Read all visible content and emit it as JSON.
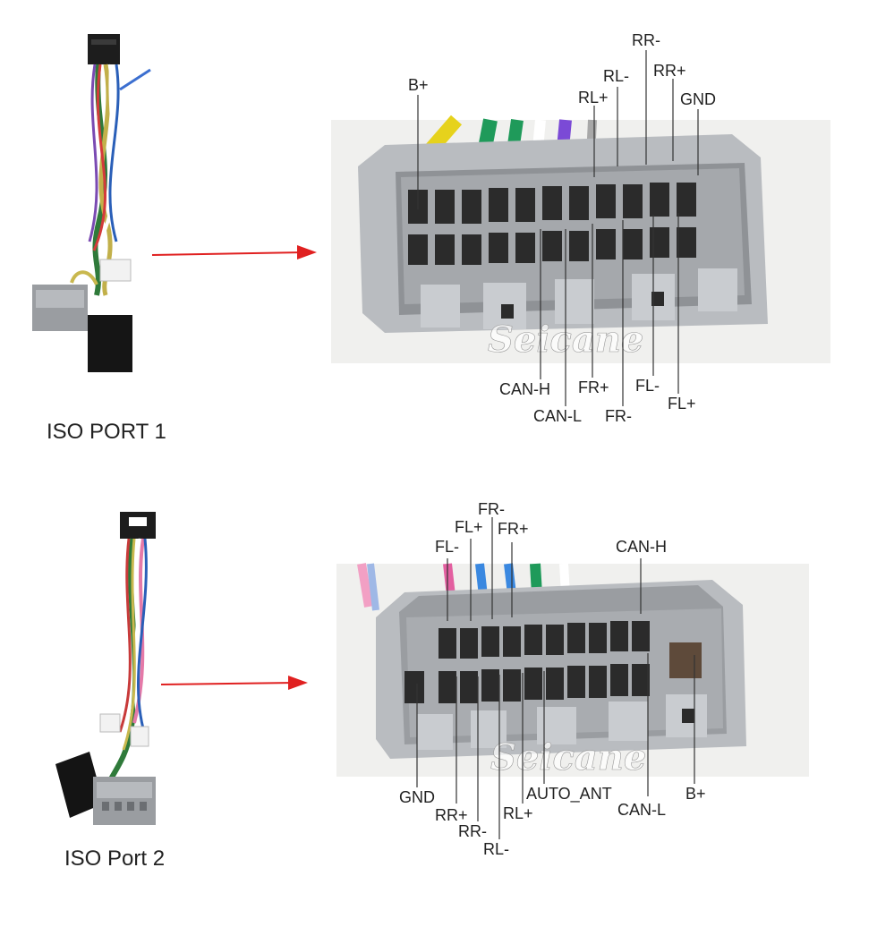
{
  "ports": [
    {
      "title": "ISO PORT 1",
      "watermark": "Seicane",
      "pins_top": [
        {
          "label": "B+"
        },
        {
          "label": "RL+"
        },
        {
          "label": "RL-"
        },
        {
          "label": "RR-"
        },
        {
          "label": "RR+"
        },
        {
          "label": "GND"
        }
      ],
      "pins_bottom": [
        {
          "label": "CAN-H"
        },
        {
          "label": "CAN-L"
        },
        {
          "label": "FR+"
        },
        {
          "label": "FR-"
        },
        {
          "label": "FL-"
        },
        {
          "label": "FL+"
        }
      ]
    },
    {
      "title": "ISO Port  2",
      "watermark": "Seicane",
      "pins_top": [
        {
          "label": "FL-"
        },
        {
          "label": "FL+"
        },
        {
          "label": "FR-"
        },
        {
          "label": "FR+"
        },
        {
          "label": "CAN-H"
        }
      ],
      "pins_bottom": [
        {
          "label": "GND"
        },
        {
          "label": "RR+"
        },
        {
          "label": "RR-"
        },
        {
          "label": "RL-"
        },
        {
          "label": "RL+"
        },
        {
          "label": "AUTO_ANT"
        },
        {
          "label": "CAN-L"
        },
        {
          "label": "B+"
        }
      ]
    }
  ],
  "colors": {
    "arrow": "#e02020",
    "connector_body": "#b9bcc0",
    "connector_shadow": "#8f9296",
    "pin_hole": "#2b2b2b",
    "leader_line": "#333333"
  }
}
